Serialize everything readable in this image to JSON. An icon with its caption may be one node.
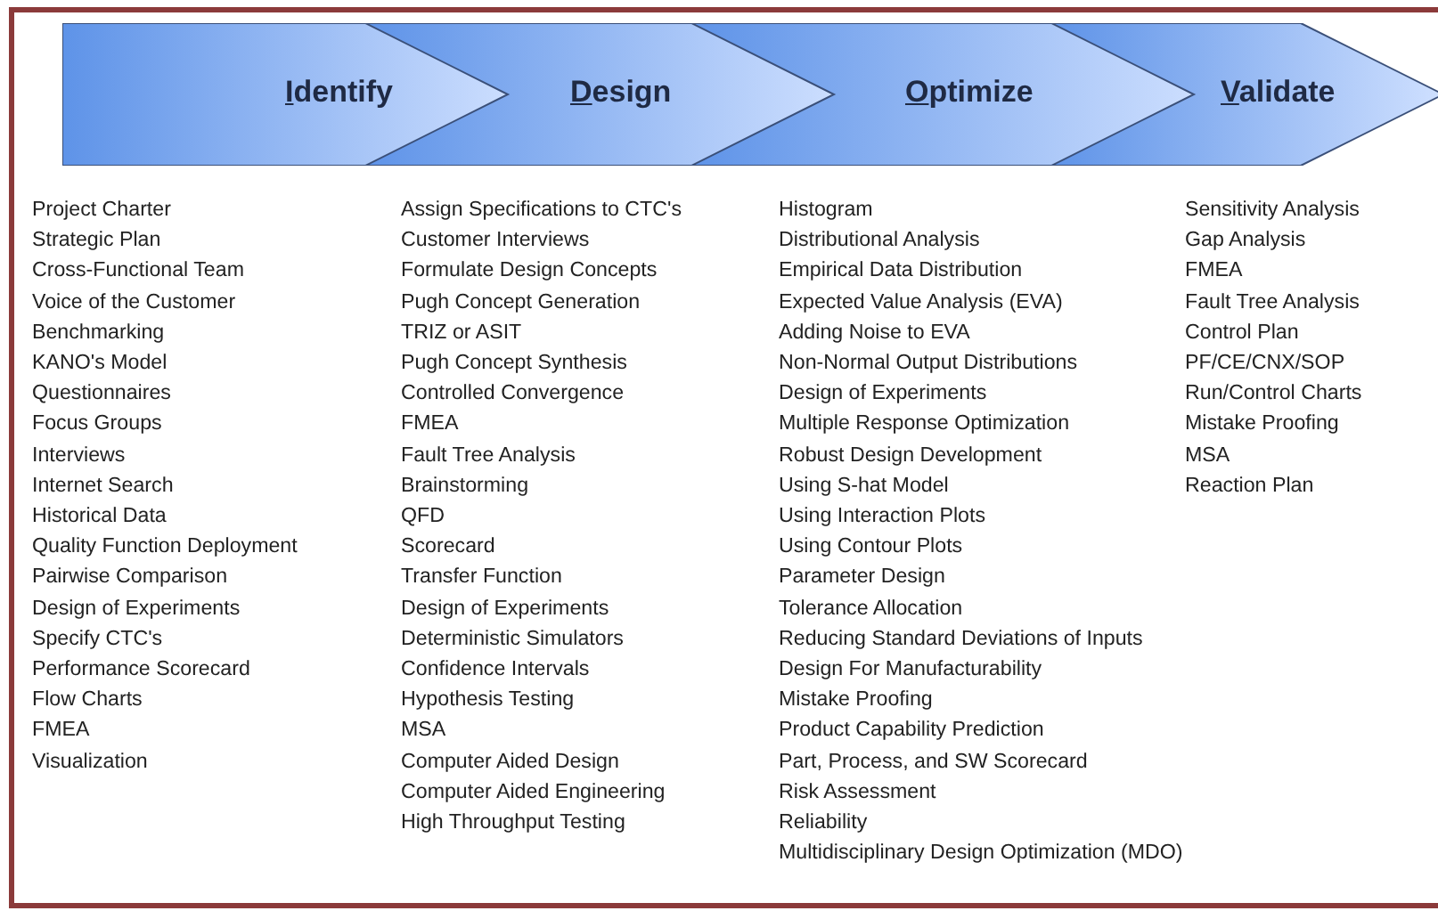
{
  "diagram": {
    "nodes": [
      {
        "text": [
          "Identify"
        ],
        "beside": [
          "Project Charter",
          "Strategic Plan",
          "Cross-Functional Team",
          "Voice of the Customer",
          "Benchmarking",
          "KANO's Model",
          "Questionnaires",
          "Focus Groups",
          "Interviews",
          "Internet Search",
          "Historical Data",
          "Quality Function Deployment",
          "Pairwise Comparison",
          "Design of Experiments",
          "Specify CTC's",
          "Performance Scorecard",
          "Flow Charts",
          "FMEA",
          "Visualization"
        ]
      },
      {
        "text": [
          "Design"
        ],
        "beside": [
          "Assign Specifications to CTC's",
          "Customer Interviews",
          "Formulate Design Concepts",
          "Pugh Concept Generation",
          "TRIZ or ASIT",
          "Pugh Concept Synthesis",
          "Controlled Convergence",
          "FMEA",
          "Fault Tree Analysis",
          "Brainstorming",
          "QFD",
          "Scorecard",
          "Transfer Function",
          "Design of Experiments",
          "Deterministic Simulators",
          "Confidence Intervals",
          "Hypothesis Testing",
          "MSA",
          "Computer Aided Design",
          "Computer Aided Engineering",
          "High Throughput Testing"
        ]
      },
      {
        "text": [
          "Optimize"
        ],
        "beside": [
          "Histogram",
          "Distributional Analysis",
          "Empirical Data Distribution",
          "Expected Value Analysis (EVA)",
          "Adding Noise to EVA",
          "Non-Normal Output Distributions",
          "Design of Experiments",
          "Multiple Response Optimization",
          "Robust Design Development",
          "Using S-hat Model",
          "Using Interaction Plots",
          "Using Contour Plots",
          "Parameter Design",
          "Tolerance Allocation",
          "Reducing Standard Deviations of Inputs",
          "Design For Manufacturability",
          "Mistake Proofing",
          "Product Capability Prediction",
          "Part, Process, and SW Scorecard",
          "Risk Assessment",
          "Reliability",
          "Multidisciplinary Design Optimization (MDO)"
        ]
      },
      {
        "text": [
          "Validate"
        ],
        "beside": [
          "Sensitivity Analysis",
          "Gap Analysis",
          "FMEA",
          "Fault Tree Analysis",
          "Control Plan",
          "PF/CE/CNX/SOP",
          "Run/Control Charts",
          "Mistake Proofing",
          "MSA",
          "Reaction Plan"
        ]
      }
    ]
  }
}
